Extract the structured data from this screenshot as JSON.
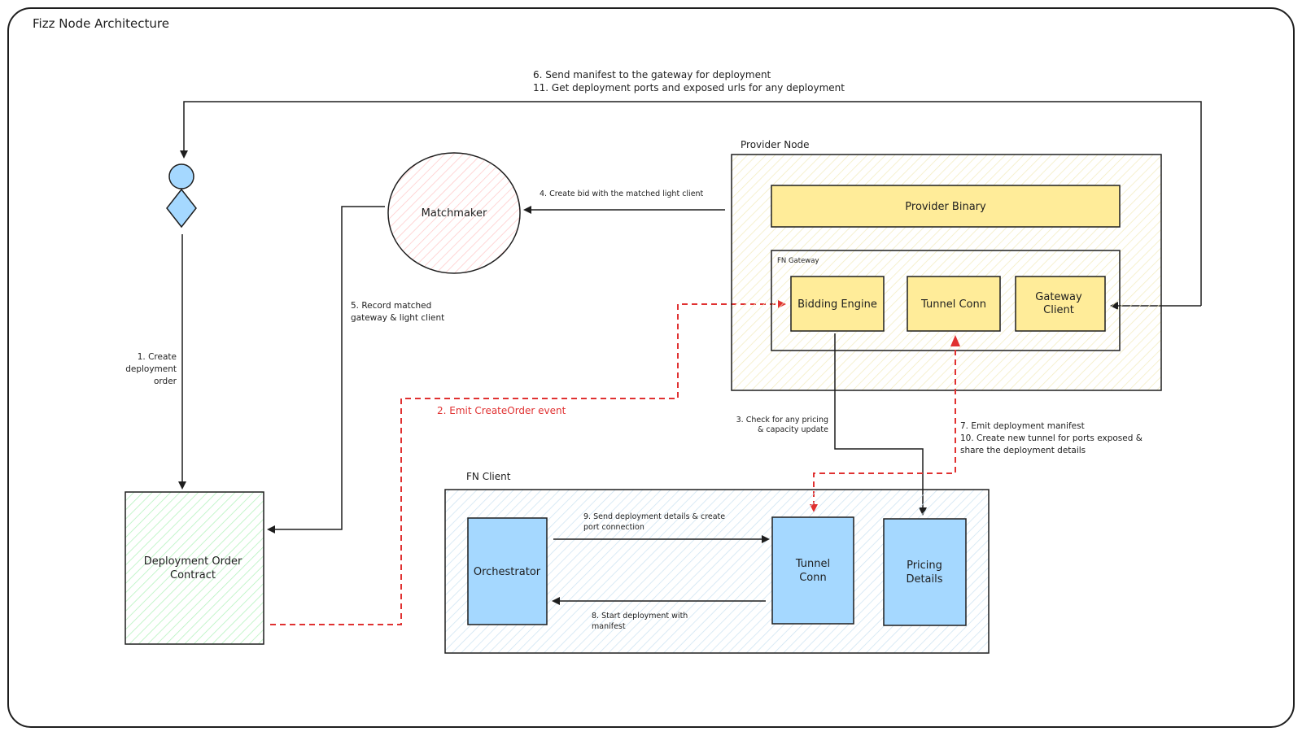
{
  "diagram": {
    "title": "Fizz Node Architecture",
    "nodes": {
      "matchmaker": "Matchmaker",
      "provider_node": "Provider Node",
      "provider_binary": "Provider Binary",
      "fn_gateway": "FN Gateway",
      "bidding_engine": "Bidding Engine",
      "tunnel_conn_gateway": "Tunnel Conn",
      "gateway_client": [
        "Gateway",
        "Client"
      ],
      "deployment_order_contract": [
        "Deployment Order",
        "Contract"
      ],
      "fn_client": "FN Client",
      "orchestrator": "Orchestrator",
      "tunnel_conn_client": [
        "Tunnel",
        "Conn"
      ],
      "pricing_details": [
        "Pricing",
        "Details"
      ]
    },
    "edges": {
      "e6_11": [
        "6. Send manifest to the gateway for deployment",
        "11. Get deployment ports and exposed urls for any deployment"
      ],
      "e4": "4. Create bid with the matched light client",
      "e5": [
        "5. Record matched",
        "gateway & light client"
      ],
      "e1": [
        "1. Create",
        "deployment",
        "order"
      ],
      "e2": "2. Emit CreateOrder event",
      "e3": [
        "3. Check for any pricing",
        "& capacity update"
      ],
      "e7_10": [
        "7. Emit deployment manifest",
        "10. Create new tunnel for ports exposed &",
        "share the deployment details"
      ],
      "e9": [
        "9. Send deployment details & create",
        "port connection"
      ],
      "e8": [
        "8. Start deployment with",
        "manifest"
      ]
    },
    "colors": {
      "stroke": "#1e1e1e",
      "red_dashed": "#e03131",
      "blue_fill": "#a5d8ff",
      "yellow_fill": "#ffec99",
      "green_hatch": "#b2f2bb",
      "pink_hatch": "#ffc9c9",
      "light_yellow_hatch": "#fff3bf",
      "light_blue_hatch": "#a5d8ff"
    }
  }
}
